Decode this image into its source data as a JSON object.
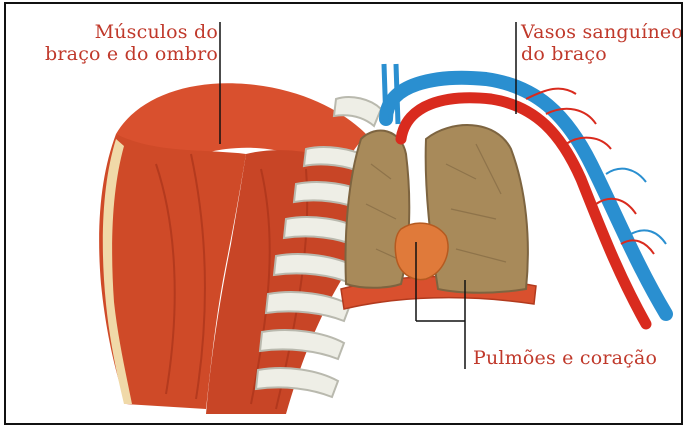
{
  "labels": {
    "muscles": {
      "line1": "Músculos do",
      "line2": "braço e do ombro"
    },
    "vessels": {
      "line1": "Vasos sanguíneos",
      "line2": "do braço"
    },
    "lungs_heart": {
      "line1": "Pulmões e coração"
    }
  },
  "colors": {
    "label_text": "#c0392b",
    "leader_line": "#111111",
    "muscle": "#d9502e",
    "muscle_dark": "#b23a1e",
    "tendon": "#f0d9a8",
    "bone": "#eeeee6",
    "bone_shadow": "#b9b9ae",
    "lung": "#a88a5a",
    "lung_dark": "#7d6440",
    "heart": "#e07a3a",
    "artery": "#d92b1e",
    "vein": "#2a8fd0"
  }
}
